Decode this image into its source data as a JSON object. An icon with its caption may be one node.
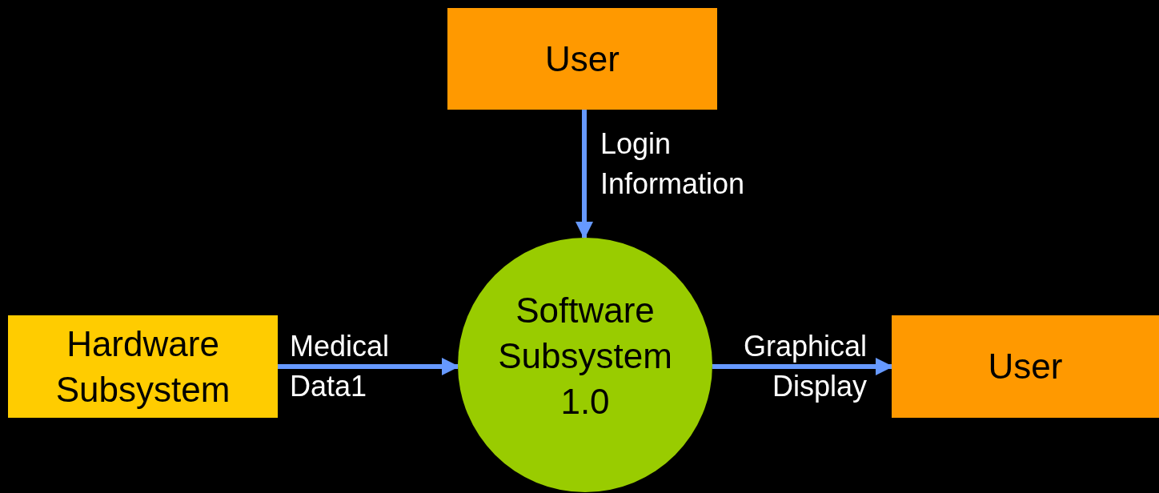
{
  "diagram": {
    "nodes": [
      {
        "text": [
          "User"
        ]
      },
      {
        "text": [
          "Hardware Subsystem"
        ]
      },
      {
        "text": [
          "Software Subsystem 1.0"
        ]
      },
      {
        "text": [
          "User"
        ]
      }
    ],
    "edges": [
      {
        "from": 0,
        "to": 2,
        "arrow": "to",
        "label": "Login Information"
      },
      {
        "from": 1,
        "to": 2,
        "arrow": "to",
        "label": "Medical Data1"
      },
      {
        "from": 2,
        "to": 3,
        "arrow": "to",
        "label": "Graphical Display"
      }
    ]
  }
}
